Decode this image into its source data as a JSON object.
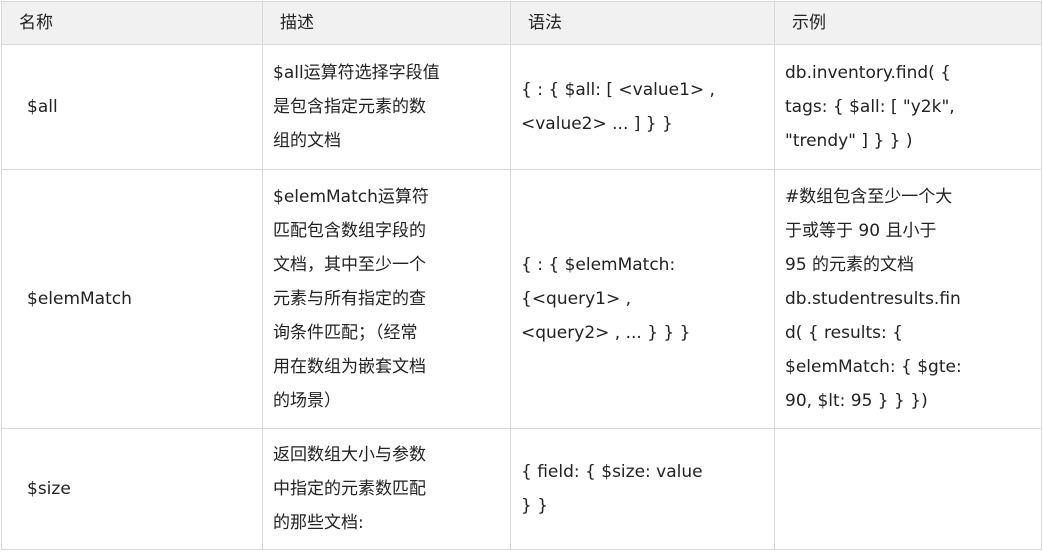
{
  "table": {
    "headers": [
      "名称",
      "描述",
      "语法",
      "示例"
    ],
    "rows": [
      {
        "name": "$all",
        "description": [
          "$all运算符选择字段值",
          "是包含指定元素的数",
          "组的文档"
        ],
        "syntax": [
          "{ : { $all: [ <value1> ,",
          "<value2> ... ] } }"
        ],
        "example": [
          "db.inventory.find( {",
          "tags: { $all: [ \"y2k\",",
          "\"trendy\" ] } } )"
        ]
      },
      {
        "name": "$elemMatch",
        "description": [
          "$elemMatch运算符",
          "匹配包含数组字段的",
          "文档，其中至少一个",
          "元素与所有指定的查",
          "询条件匹配；（经常",
          "用在数组为嵌套文档",
          "的场景）"
        ],
        "syntax": [
          "{ : { $elemMatch:",
          "{<query1> ,",
          "<query2> , ... } } }"
        ],
        "example": [
          "#数组包含至少一个大",
          "于或等于 90 且小于",
          "95 的元素的文档",
          "db.studentresults.fin",
          "d( { results: {",
          "$elemMatch: { $gte:",
          "90, $lt: 95 } } })"
        ]
      },
      {
        "name": "$size",
        "description": [
          "返回数组大小与参数",
          "中指定的元素数匹配",
          "的那些文档:"
        ],
        "syntax": [
          "{ field: { $size: value",
          "} }"
        ],
        "example": []
      }
    ]
  }
}
